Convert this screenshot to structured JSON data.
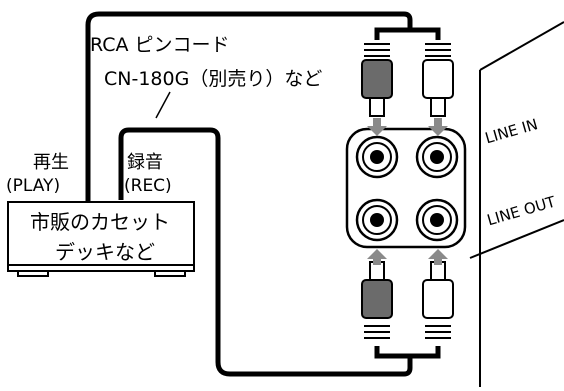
{
  "cable": {
    "label_line1": "RCA ピンコード",
    "label_line2": "CN-180G（別売り）など"
  },
  "deck": {
    "play_label": "再生",
    "play_label_en": "(PLAY)",
    "rec_label": "録音",
    "rec_label_en": "(REC)",
    "name_line1": "市販のカセット",
    "name_line2": "デッキなど"
  },
  "panel": {
    "line_in": "LINE IN",
    "line_out": "LINE OUT"
  },
  "colors": {
    "line": "#000000",
    "plug_dark": "#6b6b6b",
    "arrow": "#8a8a8a",
    "background": "#ffffff"
  }
}
